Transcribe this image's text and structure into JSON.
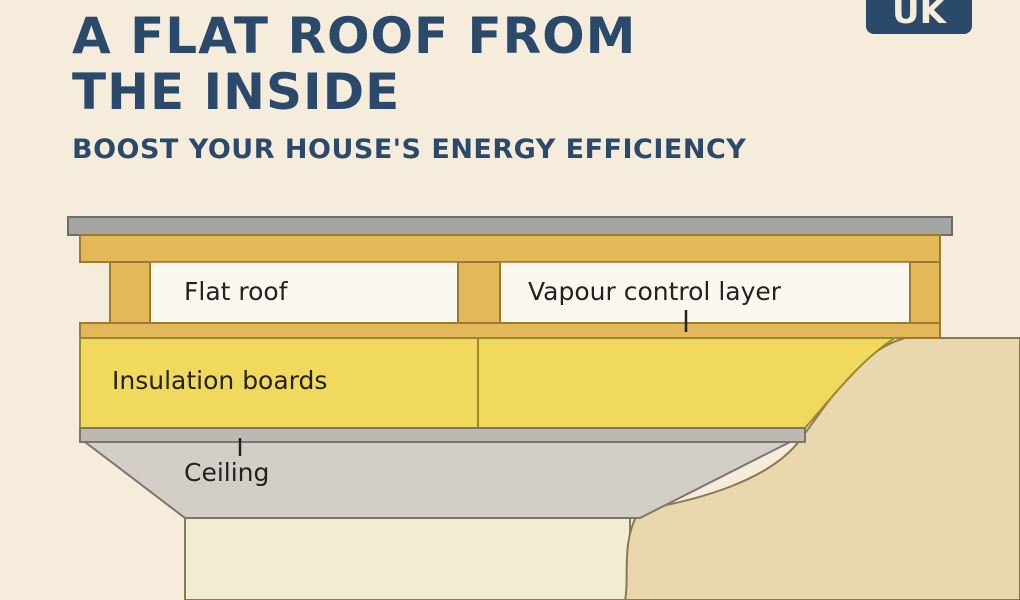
{
  "header": {
    "title_line1": "A FLAT ROOF FROM",
    "title_line2": "THE INSIDE",
    "subtitle": "BOOST YOUR HOUSE'S ENERGY EFFICIENCY",
    "badge": "UK"
  },
  "diagram": {
    "labels": {
      "flat_roof": "Flat roof",
      "vapour_control_layer": "Vapour control layer",
      "insulation_boards": "Insulation boards",
      "ceiling": "Ceiling"
    },
    "colors": {
      "text_blue": "#2b4a6b",
      "timber": "#e2b858",
      "insulation": "#f0d95c",
      "ceiling": "#cfcac2",
      "wall": "#e9d7ad",
      "background": "#f5ecdb"
    }
  }
}
